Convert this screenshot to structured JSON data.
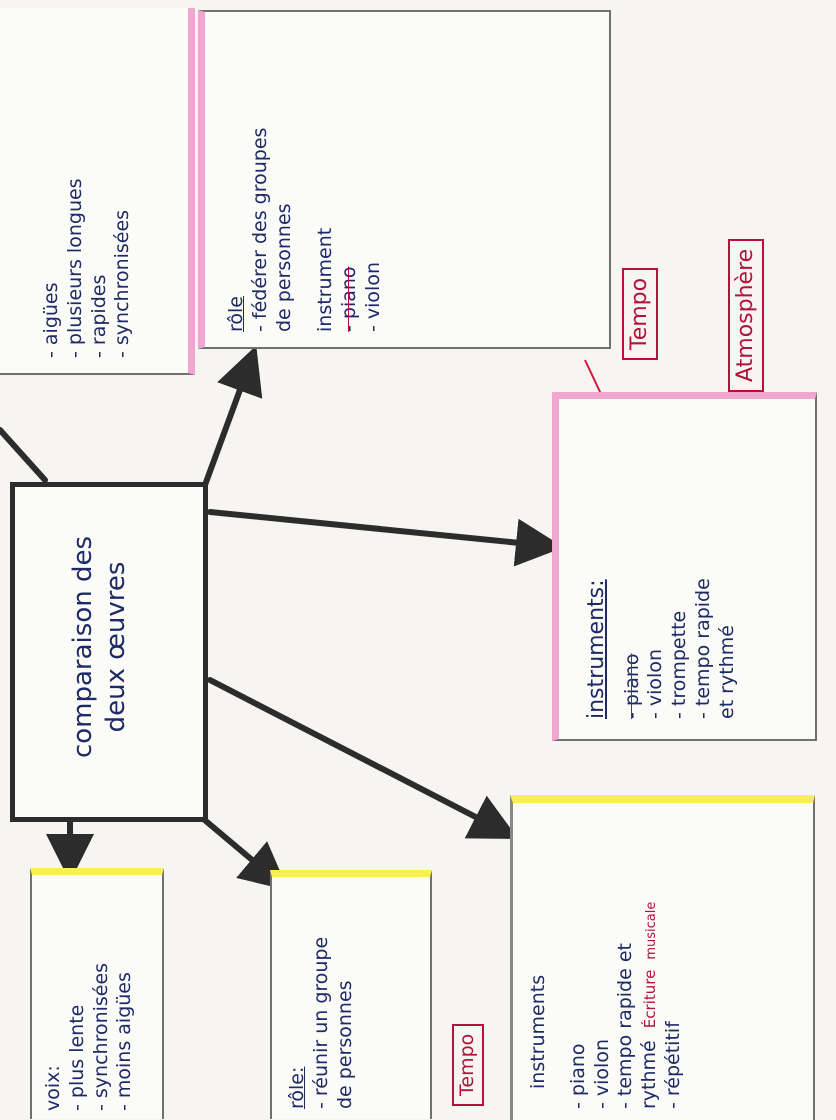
{
  "central": {
    "line1": "comparaison des",
    "line2": "deux œuvres"
  },
  "top_pink_left": {
    "lines": [
      "- aigües",
      "- plusieurs longues",
      "- rapides",
      "- synchronisées"
    ]
  },
  "top_pink_right": {
    "role_label": "rôle",
    "role_line1": "- fédérer des groupes",
    "role_line2": "de personnes",
    "instrument_label": "instrument",
    "items": [
      "- piano",
      "- violon"
    ]
  },
  "tags_right": {
    "tempo": "Tempo",
    "atmosphere": "Atmosphère"
  },
  "instruments_pink": {
    "title": "instruments:",
    "items": [
      "- piano",
      "- violon",
      "- trompette",
      "- tempo rapide",
      "et rythmé"
    ]
  },
  "voix_yellow": {
    "title": "voix:",
    "items": [
      "- plus lente",
      "- synchronisées",
      "- moins aigües"
    ]
  },
  "role_yellow": {
    "title": "rôle:",
    "line1": "- réunir un groupe",
    "line2": "de personnes"
  },
  "tempo_tag_bottom": "Tempo",
  "instruments_yellow": {
    "title": "instruments",
    "items": [
      "- piano",
      "- violon",
      "- tempo rapide et",
      "rythmé",
      "- répétitif"
    ],
    "annotation_line1": "Écriture",
    "annotation_line2": "musicale"
  }
}
